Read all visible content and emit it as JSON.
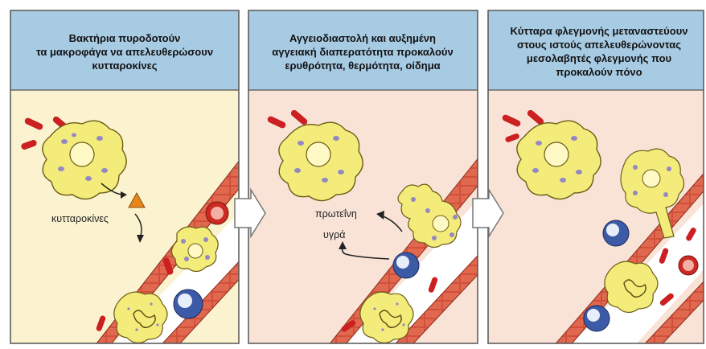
{
  "panels": [
    {
      "id": "panel-1",
      "title_lines": [
        "Βακτήρια πυροδοτούν",
        "τα μακροφάγα να απελευθερώσουν",
        "κυτταροκίνες"
      ],
      "labels": {
        "cytokines": "κυτταροκίνες"
      }
    },
    {
      "id": "panel-2",
      "title_lines": [
        "Αγγειοδιαστολή και αυξημένη",
        "αγγειακή διαπερατότητα προκαλούν",
        "ερυθρότητα, θερμότητα, οίδημα"
      ],
      "labels": {
        "protein": "πρωτεΐνη",
        "fluid": "υγρά"
      }
    },
    {
      "id": "panel-3",
      "title_lines": [
        "Κύτταρα φλεγμονής μεταναστεύουν",
        "στους ιστούς απελευθερώνοντας",
        "μεσολαβητές φλεγμονής που",
        "προκαλούν πόνο"
      ],
      "labels": {}
    }
  ],
  "colors": {
    "header_bg": "#a8cbe4",
    "panel1_bg": "#fbf3cf",
    "panel2_bg": "#f9e3d7",
    "panel3_bg": "#f9e3d7",
    "border": "#555555",
    "vessel_wall": "#d2503b",
    "vessel_lumen": "#ffffff",
    "cell_yellow": "#f3ec7a",
    "cell_nucleus": "#fff9c6",
    "granule_purple": "#9488c4",
    "bacteria_red": "#cc1f22",
    "cytokine_orange": "#e6861a",
    "blue_cell": "#3d5aa6",
    "arrow_connector": "#ffffff"
  },
  "icons": {
    "panel_connector": "chevron-right-arrow-icon",
    "bacteria": "bacteria-icon",
    "macrophage": "macrophage-icon",
    "cytokine": "triangle-icon"
  }
}
